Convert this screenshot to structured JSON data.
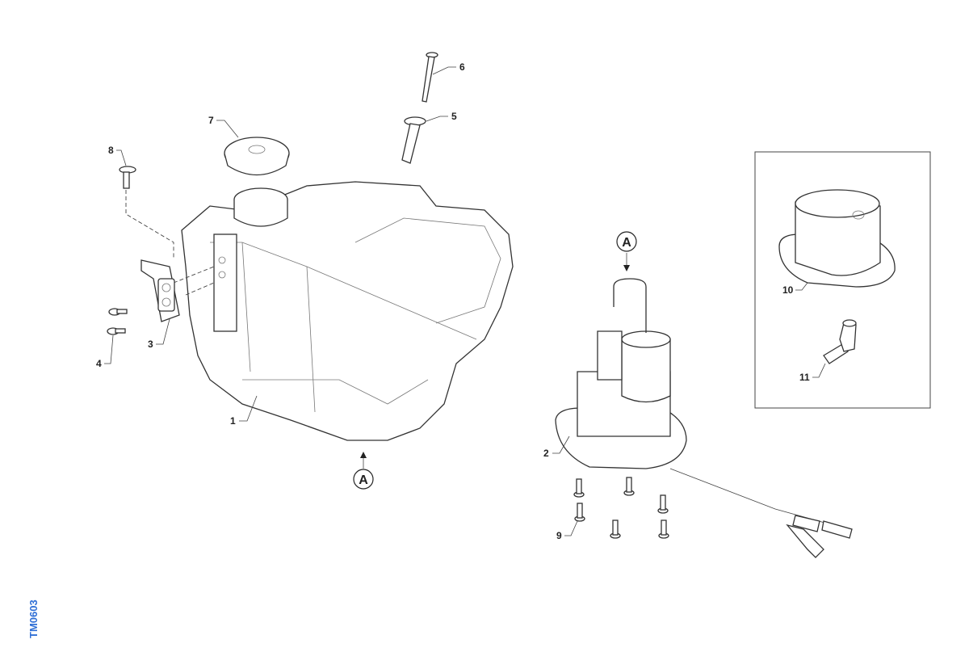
{
  "drawing_code": "TM0603",
  "view_label": "A",
  "callouts": [
    "1",
    "2",
    "3",
    "4",
    "5",
    "6",
    "7",
    "8",
    "9",
    "10",
    "11"
  ],
  "colors": {
    "code": "#2f6fd6",
    "line": "#333333"
  }
}
